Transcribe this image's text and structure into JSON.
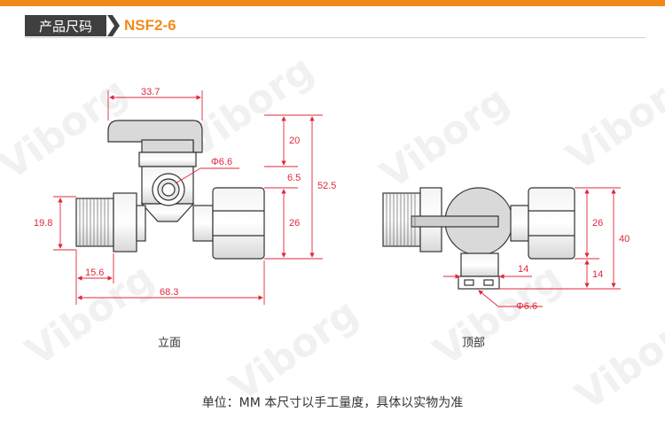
{
  "header": {
    "tab_label": "产品尺码",
    "model": "NSF2-6",
    "accent_color": "#f28a1a"
  },
  "front_view": {
    "caption": "立面",
    "dims": {
      "handle_width": "33.7",
      "hex_height": "19.8",
      "thread_length": "15.6",
      "total_length": "68.3",
      "hole_dia": "Φ6.6",
      "upper_height": "20",
      "mid_height": "6.5",
      "lower_height": "26",
      "total_height": "52.5"
    }
  },
  "top_view": {
    "caption": "顶部",
    "dims": {
      "upper_height": "26",
      "total_height": "40",
      "stem_height": "14",
      "stem_width": "14",
      "hole_dia": "Φ6.6"
    }
  },
  "footer": {
    "note": "单位：MM 本尺寸以手工量度，具体以实物为准"
  },
  "watermark": "Viborg",
  "colors": {
    "dimension": "#e0283a",
    "outline": "#333333",
    "fill_gray": "#d9d9d9"
  }
}
